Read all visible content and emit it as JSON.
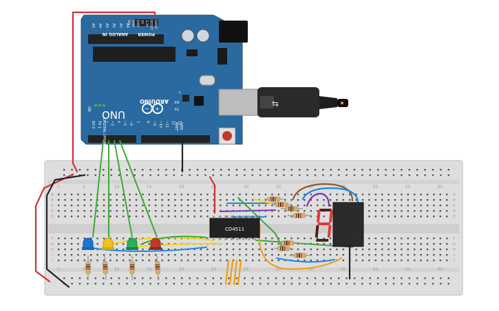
{
  "arduino": {
    "brand": "ARDUINO",
    "model": "UNO",
    "on_label": "ON",
    "tx_label": "TX",
    "rx_label": "RX",
    "l_label": "L",
    "analog_header": "ANALOG IN",
    "power_header": "POWER",
    "digital_header": "DIGITAL (PWM~)",
    "aref_label": "AREF",
    "gnd_label": "GND",
    "analog_pins": [
      "A5",
      "A4",
      "A3",
      "A2",
      "A1",
      "A0"
    ],
    "power_pins": [
      "Vin",
      "GND",
      "GND",
      "5V",
      "3.3V",
      "RESET",
      "IOREF"
    ],
    "digital_pins": [
      "RX 0",
      "TX 1",
      "2",
      "~3",
      "4",
      "~5",
      "~6",
      "7",
      "8",
      "~9",
      "~10",
      "~11",
      "12",
      "13"
    ]
  },
  "breadboard": {
    "column_numbers": [
      "1",
      "5",
      "10",
      "15",
      "20",
      "25",
      "30",
      "35",
      "40",
      "45",
      "50",
      "55",
      "60"
    ],
    "row_letters_top": [
      "A",
      "B",
      "C",
      "D",
      "E"
    ],
    "row_letters_bottom": [
      "F",
      "G",
      "H",
      "I",
      "J"
    ]
  },
  "chip": {
    "label": "CD4511"
  },
  "display": {
    "digit": "4"
  },
  "colors": {
    "board_blue": "#2a6aa0",
    "breadboard": "#dcdcdc",
    "wire_red": "#d32f2f",
    "wire_green": "#3aaa35",
    "wire_yellow": "#f2d21b",
    "wire_blue": "#1e88e5",
    "wire_purple": "#7b35b4",
    "wire_orange": "#f39c12",
    "wire_brown": "#8b5a2b",
    "wire_black": "#222222",
    "led_blue": "#1976d2",
    "led_yellow": "#f1c40f",
    "led_green": "#27ae60",
    "led_red": "#c0392b",
    "segment_on": "#e53935"
  },
  "icons": [
    "usb-cable-icon",
    "barrel-jack-icon",
    "reset-button-icon",
    "arduino-logo-icon"
  ]
}
